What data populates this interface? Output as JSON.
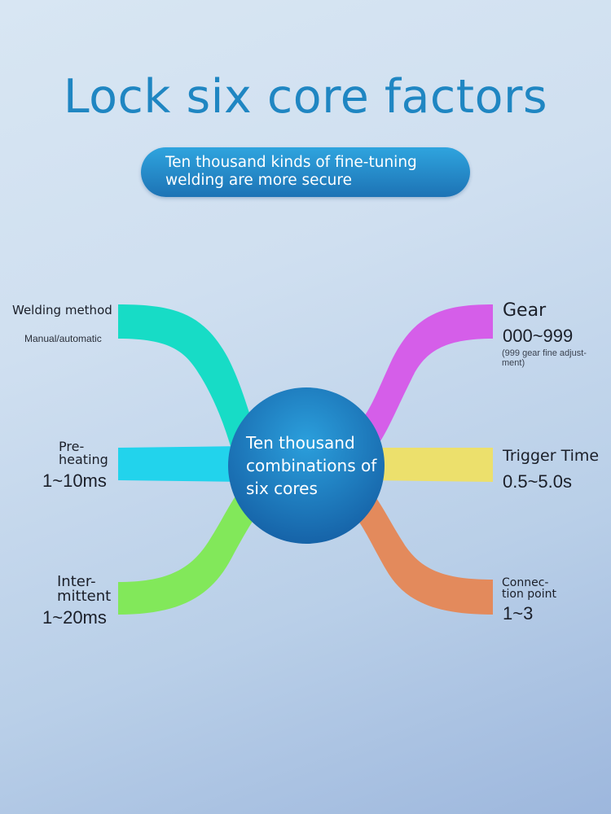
{
  "title": "Lock six core factors",
  "subtitle": "Ten thousand kinds of fine-tuning welding are more secure",
  "center": "Ten thousand combinations of six cores",
  "colors": {
    "title": "#1f86c2",
    "center": "#1b76b8",
    "welding": "#17dcc6",
    "preheating": "#22d3ec",
    "intermittent": "#82e85a",
    "gear": "#d55ee9",
    "trigger": "#ece06c",
    "connection": "#e38a5c"
  },
  "factors": {
    "welding": {
      "name": "Welding method",
      "value": "Manual/automatic"
    },
    "preheating": {
      "name_line1": "Pre-",
      "name_line2": "heating",
      "value": "1~10ms"
    },
    "intermittent": {
      "name_line1": "Inter-",
      "name_line2": "mittent",
      "value": "1~20ms"
    },
    "gear": {
      "name": "Gear",
      "value": "000~999",
      "note_line1": "(999 gear fine adjust-",
      "note_line2": "ment)"
    },
    "trigger": {
      "name": "Trigger Time",
      "value": "0.5~5.0s"
    },
    "connection": {
      "name_line1": "Connec-",
      "name_line2": "tion point",
      "value": "1~3"
    }
  }
}
